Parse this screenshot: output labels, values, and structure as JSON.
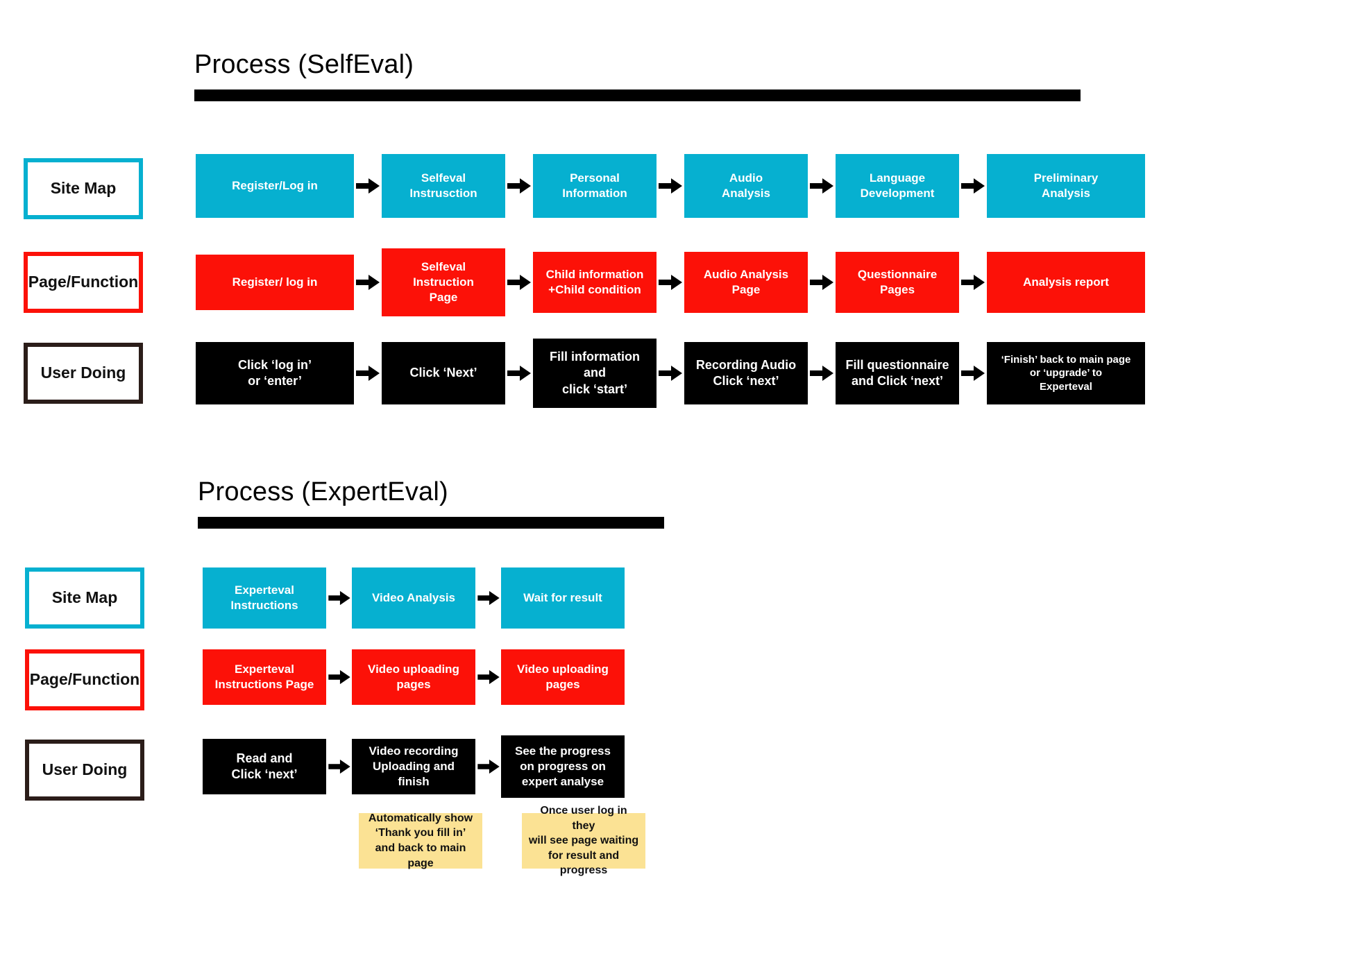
{
  "sections": [
    {
      "title": "Process (SelfEval)",
      "rows": [
        {
          "label": "Site Map",
          "style": "cyan",
          "nodes": [
            {
              "lines": [
                "Register/Log in"
              ]
            },
            {
              "lines": [
                "Selfeval",
                "Instrusction"
              ]
            },
            {
              "lines": [
                "Personal",
                "Information"
              ]
            },
            {
              "lines": [
                "Audio",
                "Analysis"
              ]
            },
            {
              "lines": [
                "Language",
                "Development"
              ]
            },
            {
              "lines": [
                "Preliminary",
                "Analysis"
              ]
            }
          ]
        },
        {
          "label": "Page/Function",
          "style": "red",
          "nodes": [
            {
              "lines": [
                "Register/ log in"
              ]
            },
            {
              "lines": [
                "Selfeval",
                "Instruction",
                "Page"
              ]
            },
            {
              "lines": [
                "Child information",
                "+Child condition"
              ]
            },
            {
              "lines": [
                "Audio Analysis",
                "Page"
              ]
            },
            {
              "lines": [
                "Questionnaire",
                "Pages"
              ]
            },
            {
              "lines": [
                "Analysis report"
              ]
            }
          ]
        },
        {
          "label": "User Doing",
          "style": "black",
          "nodes": [
            {
              "lines": [
                "Click   ‘log in’",
                "or   ‘enter’"
              ]
            },
            {
              "lines": [
                "Click   ‘Next’"
              ]
            },
            {
              "lines": [
                "Fill information",
                "and",
                "click   ‘start’"
              ]
            },
            {
              "lines": [
                "Recording Audio",
                "Click   ‘next’"
              ]
            },
            {
              "lines": [
                "Fill questionnaire",
                "and Click   ‘next’"
              ]
            },
            {
              "lines": [
                "‘Finish’  back to main page",
                "or  ‘upgrade’  to",
                "Experteval"
              ]
            }
          ]
        }
      ]
    },
    {
      "title": "Process (ExpertEval)",
      "rows": [
        {
          "label": "Site Map",
          "style": "cyan",
          "nodes": [
            {
              "lines": [
                "Experteval",
                "Instructions"
              ]
            },
            {
              "lines": [
                "Video Analysis"
              ]
            },
            {
              "lines": [
                "Wait for result"
              ]
            }
          ]
        },
        {
          "label": "Page/Function",
          "style": "red",
          "nodes": [
            {
              "lines": [
                "Experteval",
                "Instructions Page"
              ]
            },
            {
              "lines": [
                "Video uploading",
                "pages"
              ]
            },
            {
              "lines": [
                "Video uploading",
                "pages"
              ]
            }
          ]
        },
        {
          "label": "User Doing",
          "style": "black",
          "nodes": [
            {
              "lines": [
                "Read and",
                "Click   ‘next’"
              ]
            },
            {
              "lines": [
                "Video recording",
                "Uploading and finish"
              ]
            },
            {
              "lines": [
                "See the progress",
                "on progress on",
                "expert analyse"
              ]
            }
          ]
        }
      ],
      "notes": [
        {
          "lines": [
            "Automatically show",
            "‘Thank you fill in’",
            "and back to main page"
          ]
        },
        {
          "lines": [
            "Once user log in they",
            "will see  page waiting",
            "for result and progress"
          ]
        }
      ]
    }
  ],
  "colors": {
    "cyan": "#06b0d0",
    "red": "#fc1108",
    "black": "#000000",
    "note_yellow": "#fbe294",
    "label_border_dark": "#2b1d19"
  }
}
